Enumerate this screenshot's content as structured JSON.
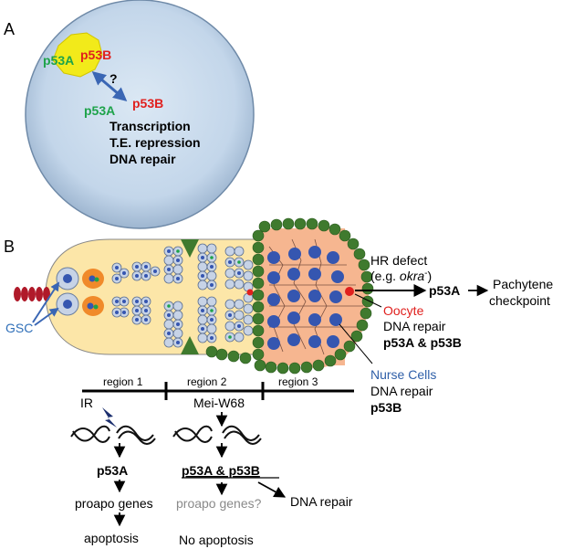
{
  "panel_a": {
    "label": "A",
    "p53a_complex": "p53A",
    "p53b_complex": "p53B",
    "question": "?",
    "p53a_free": "p53A",
    "p53b_free": "p53B",
    "functions": [
      "Transcription",
      "T.E. repression",
      "DNA repair"
    ]
  },
  "panel_b": {
    "label": "B",
    "gsc_label": "GSC",
    "hr_defect_line1": "HR defect",
    "hr_defect_line2_prefix": "(e.g. ",
    "hr_defect_gene": "okra",
    "hr_defect_sup": "-",
    "hr_defect_suffix": ")",
    "p53a_checkpoint": "p53A",
    "checkpoint_line1": "Pachytene",
    "checkpoint_line2": "checkpoint",
    "oocyte_label": "Oocyte",
    "oocyte_func": "DNA repair",
    "oocyte_p53": "p53A & p53B",
    "nurse_label": "Nurse Cells",
    "nurse_func": "DNA repair",
    "nurse_p53": "p53B",
    "regions": [
      "region 1",
      "region 2",
      "region 3"
    ],
    "ir_label": "IR",
    "meiw68_label": "Mei-W68",
    "left_path": {
      "p53": "p53A",
      "genes": "proapo genes",
      "outcome": "apoptosis"
    },
    "right_path": {
      "p53": "p53A & p53B",
      "genes": "proapo genes?",
      "repair": "DNA repair",
      "outcome": "No apoptosis"
    }
  },
  "colors": {
    "p53a_green": "#1ea34a",
    "p53b_red": "#e0201e",
    "nurse_blue": "#2f5fa8",
    "gsc_blue": "#2f6fb8",
    "germarium_fill": "#fce6a8",
    "chamber_fill": "#f6b690",
    "follicle_green": "#3f7a2e",
    "nucleus_blue": "#3556b0",
    "arrow_blue": "#3a66b4",
    "gray_text": "#8a8a8a",
    "yellow_blob": "#f2ea1a"
  }
}
